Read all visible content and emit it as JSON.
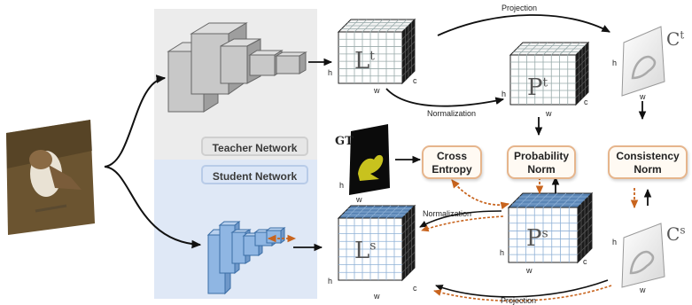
{
  "panels": {
    "teacher_label": "Teacher Network",
    "student_label": "Student Network"
  },
  "boxes": {
    "cross_entropy": "Cross Entropy",
    "probability_norm": "Probability Norm",
    "consistency_norm": "Consistency Norm"
  },
  "edges": {
    "projection_top": "Projection",
    "normalization_top": "Normalization",
    "normalization_bottom": "Normalization",
    "projection_bottom": "Projection"
  },
  "gt_label": "GT",
  "symbols": {
    "L_teacher": "L",
    "L_teacher_sup": "t",
    "P_teacher": "P",
    "P_teacher_sup": "t",
    "C_teacher": "C",
    "C_teacher_sup": "t",
    "L_student": "L",
    "L_student_sup": "s",
    "P_student": "P",
    "P_student_sup": "s",
    "C_student": "C",
    "C_student_sup": "s"
  },
  "dims": {
    "h": "h",
    "w": "w",
    "c": "c"
  },
  "colors": {
    "teacher_panel": "#ececec",
    "student_panel": "#dfe8f6",
    "teacher_block": "#c8c8c8",
    "student_block": "#8fb6e3",
    "node_border": "#e6b58c",
    "dashed_arrow": "#c8641e",
    "gt_bird": "#c8c21e"
  }
}
